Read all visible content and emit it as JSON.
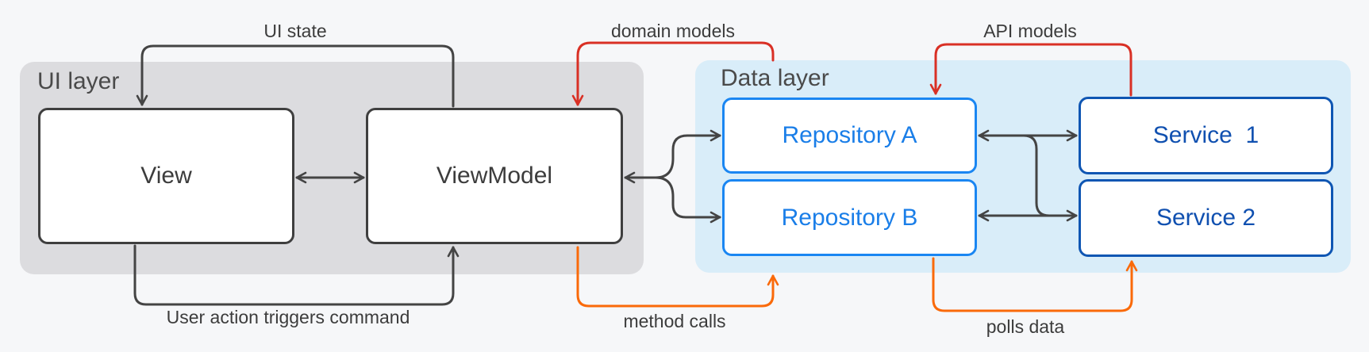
{
  "layers": {
    "ui": {
      "title": "UI layer"
    },
    "data": {
      "title": "Data layer"
    }
  },
  "nodes": {
    "view": "View",
    "viewmodel": "ViewModel",
    "repository_a": "Repository A",
    "repository_b": "Repository B",
    "service_1": "Service  1",
    "service_2": "Service 2"
  },
  "edges": {
    "ui_state": "UI state",
    "user_action": "User action triggers command",
    "domain_models": "domain models",
    "method_calls": "method calls",
    "api_models": "API models",
    "polls_data": "polls data"
  },
  "colors": {
    "ui_layer_bg": "#dcdcdf",
    "data_layer_bg": "#d9edf9",
    "neutral_arrow": "#444444",
    "red_arrow": "#d93025",
    "orange_arrow": "#fa6a0a",
    "repository_border": "#1a86f2",
    "service_border": "#0f56b3"
  }
}
